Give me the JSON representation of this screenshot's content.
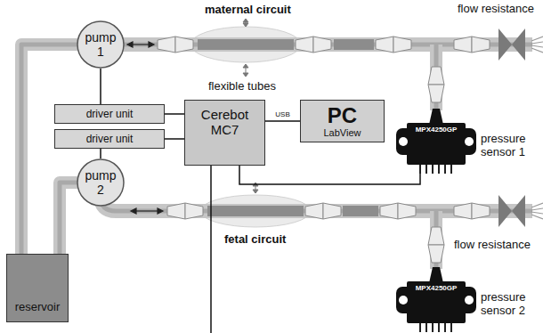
{
  "diagram": {
    "nodes": [
      {
        "text": [
          "pump 1"
        ]
      },
      {
        "text": [
          "driver unit"
        ]
      },
      {
        "text": [
          "driver unit"
        ]
      },
      {
        "text": [
          "Cerebot MC7"
        ]
      },
      {
        "text": [
          "PC",
          "LabView"
        ]
      },
      {
        "text": [
          "MPX4250GP",
          "pressure sensor 1"
        ]
      },
      {
        "text": [
          "pump 2"
        ]
      },
      {
        "text": [
          "reservoir"
        ]
      },
      {
        "text": [
          "MPX4250GP",
          "pressure sensor 2"
        ]
      }
    ],
    "edges": [
      {
        "from": 0,
        "to": 1,
        "arrow": "none"
      },
      {
        "from": 1,
        "to": 3,
        "arrow": "none"
      },
      {
        "from": 2,
        "to": 3,
        "arrow": "none"
      },
      {
        "from": 2,
        "to": 6,
        "arrow": "none"
      },
      {
        "from": 3,
        "to": 4,
        "label": "USB",
        "arrow": "none"
      },
      {
        "from": 3,
        "to": 5,
        "arrow": "none"
      },
      {
        "from": 0,
        "to": 7,
        "arrow": "none"
      },
      {
        "from": 6,
        "to": 7,
        "arrow": "none"
      }
    ],
    "labels": [
      "maternal circuit",
      "flexible tubes",
      "flow resistance",
      "fetal circuit",
      "flow resistance"
    ]
  }
}
